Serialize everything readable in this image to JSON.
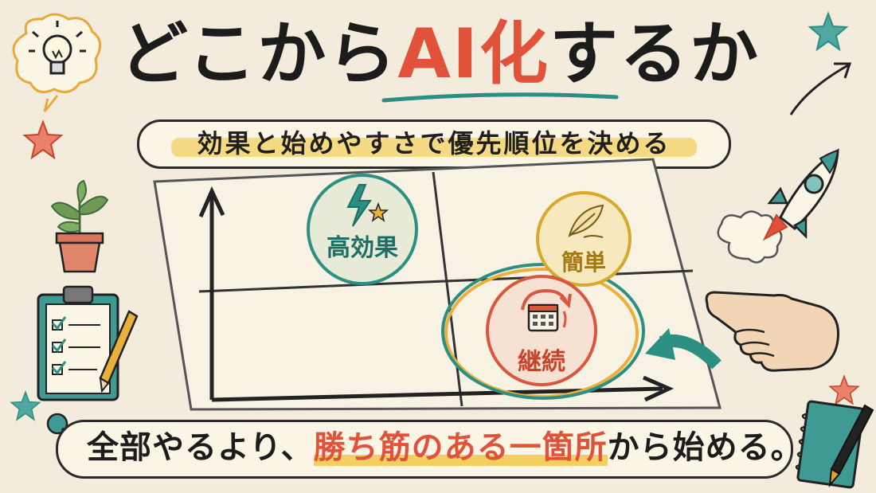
{
  "title": {
    "part1": "どこから",
    "accent": "AI化",
    "part2": "するか"
  },
  "subtitle": "効果と始めやすさで優先順位を決める",
  "badges": {
    "high_effect": "高効果",
    "easy": "簡単",
    "continuous": "継続"
  },
  "bottom": {
    "part1": "全部やるより、",
    "accent": "勝ち筋のある一箇所",
    "part2": "から始める。"
  },
  "colors": {
    "background": "#f3ecdd",
    "accent_red": "#e0533a",
    "teal": "#2b8f82",
    "yellow": "#f3cf61",
    "ink": "#1c1c1c"
  },
  "icons": [
    "lightbulb-icon",
    "star-icon",
    "plant-icon",
    "clipboard-checklist-icon",
    "pencil-icon",
    "rocket-icon",
    "pointing-hand-icon",
    "notebook-icon",
    "pen-icon",
    "pushpin-icon",
    "lightning-icon",
    "feather-icon",
    "calendar-cycle-icon",
    "arrow-icon"
  ]
}
